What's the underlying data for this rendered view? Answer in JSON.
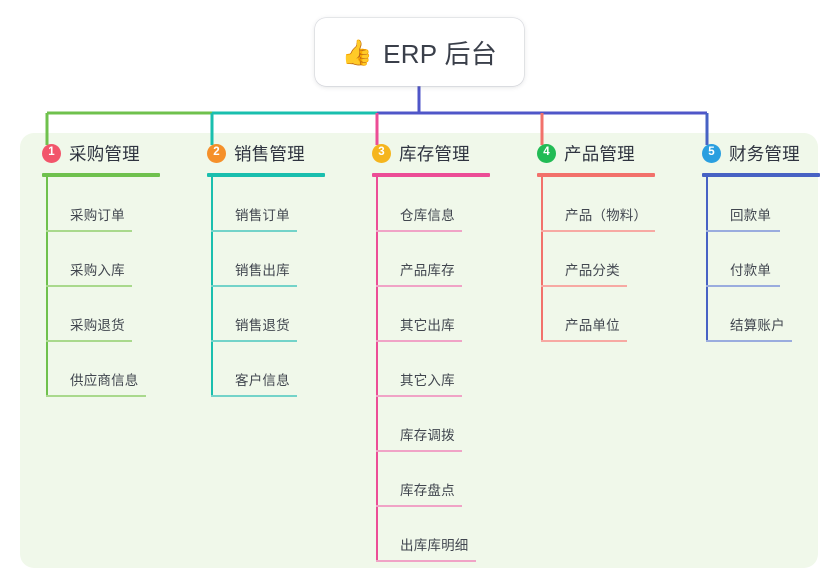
{
  "diagram": {
    "type": "mind-map",
    "root": {
      "icon": "thumbs-up-icon",
      "emoji": "👍",
      "title": "ERP 后台"
    },
    "panel_color": "#f0f8ea",
    "stem_color": "#4f56c8",
    "bus_segments": [
      {
        "name": "bus-green",
        "color": "#6fc14d"
      },
      {
        "name": "bus-teal",
        "color": "#1abfae"
      },
      {
        "name": "bus-indigo",
        "color": "#4f56c8"
      }
    ],
    "branches": [
      {
        "index": "1",
        "badge_color": "#f2556b",
        "accent": "#6fc14d",
        "leaf_accent": "#a9d98c",
        "drop_color": "#6fc14d",
        "title": "采购管理",
        "head_rule_width": 118,
        "leaves": [
          {
            "label": "采购订单",
            "rule_width": 86
          },
          {
            "label": "采购入库",
            "rule_width": 86
          },
          {
            "label": "采购退货",
            "rule_width": 86
          },
          {
            "label": "供应商信息",
            "rule_width": 100
          }
        ]
      },
      {
        "index": "2",
        "badge_color": "#f5902a",
        "accent": "#1abfae",
        "leaf_accent": "#73d3c9",
        "drop_color": "#1abfae",
        "title": "销售管理",
        "head_rule_width": 118,
        "leaves": [
          {
            "label": "销售订单",
            "rule_width": 86
          },
          {
            "label": "销售出库",
            "rule_width": 86
          },
          {
            "label": "销售退货",
            "rule_width": 86
          },
          {
            "label": "客户信息",
            "rule_width": 86
          }
        ]
      },
      {
        "index": "3",
        "badge_color": "#f5b51e",
        "accent": "#ec4d96",
        "leaf_accent": "#f0a3c6",
        "drop_color": "#ec4d96",
        "title": "库存管理",
        "head_rule_width": 118,
        "leaves": [
          {
            "label": "仓库信息",
            "rule_width": 86
          },
          {
            "label": "产品库存",
            "rule_width": 86
          },
          {
            "label": "其它出库",
            "rule_width": 86
          },
          {
            "label": "其它入库",
            "rule_width": 86
          },
          {
            "label": "库存调拨",
            "rule_width": 86
          },
          {
            "label": "库存盘点",
            "rule_width": 86
          },
          {
            "label": "出库库明细",
            "rule_width": 100
          }
        ]
      },
      {
        "index": "4",
        "badge_color": "#22bb55",
        "accent": "#f2716b",
        "leaf_accent": "#f7a9a3",
        "drop_color": "#f2716b",
        "title": "产品管理",
        "head_rule_width": 118,
        "leaves": [
          {
            "label": "产品（物料）",
            "rule_width": 114
          },
          {
            "label": "产品分类",
            "rule_width": 86
          },
          {
            "label": "产品单位",
            "rule_width": 86
          }
        ]
      },
      {
        "index": "5",
        "badge_color": "#2a9fe0",
        "accent": "#4762c4",
        "leaf_accent": "#9aacde",
        "drop_color": "#4762c4",
        "title": "财务管理",
        "head_rule_width": 118,
        "leaves": [
          {
            "label": "回款单",
            "rule_width": 74
          },
          {
            "label": "付款单",
            "rule_width": 74
          },
          {
            "label": "结算账户",
            "rule_width": 86
          }
        ]
      }
    ]
  }
}
